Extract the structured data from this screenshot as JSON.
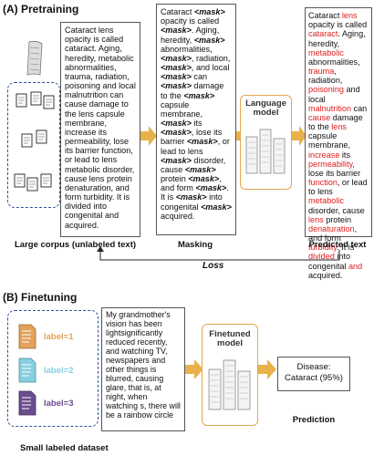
{
  "pretraining": {
    "section_label": "(A) Pretraining",
    "corpus_caption": "Large corpus (unlabeled text)",
    "masking_caption": "Masking",
    "predicted_caption": "Predicted text",
    "loss_label": "Loss",
    "lm_title": "Language model",
    "corpus_text": "Cataract lens opacity is called cataract. Aging, heredity, metabolic abnormalities, trauma, radiation, poisoning and local malnutrition can cause damage to the lens capsule membrane, increase its permeability, lose its barrier function, or lead to lens metabolic disorder, cause lens protein denaturation, and form turbidity. It is divided into congenital and acquired.",
    "masked_segments": [
      {
        "t": "Cataract ",
        "m": false
      },
      {
        "t": "<mask>",
        "m": true
      },
      {
        "t": " opacity is called ",
        "m": false
      },
      {
        "t": "<mask>",
        "m": true
      },
      {
        "t": ". Aging, heredity, ",
        "m": false
      },
      {
        "t": "<mask>",
        "m": true
      },
      {
        "t": " abnormalities, ",
        "m": false
      },
      {
        "t": "<mask>",
        "m": true
      },
      {
        "t": ", radiation, ",
        "m": false
      },
      {
        "t": "<mask>",
        "m": true
      },
      {
        "t": ", and local ",
        "m": false
      },
      {
        "t": "<mask>",
        "m": true
      },
      {
        "t": " can ",
        "m": false
      },
      {
        "t": "<mask>",
        "m": true
      },
      {
        "t": " damage to the ",
        "m": false
      },
      {
        "t": "<mask>",
        "m": true
      },
      {
        "t": " capsule membrane, ",
        "m": false
      },
      {
        "t": "<mask>",
        "m": true
      },
      {
        "t": " its ",
        "m": false
      },
      {
        "t": "<mask>",
        "m": true
      },
      {
        "t": ", lose its barrier ",
        "m": false
      },
      {
        "t": "<mask>",
        "m": true
      },
      {
        "t": ", or lead to lens ",
        "m": false
      },
      {
        "t": "<mask>",
        "m": true
      },
      {
        "t": " disorder, cause ",
        "m": false
      },
      {
        "t": "<mask>",
        "m": true
      },
      {
        "t": " protein ",
        "m": false
      },
      {
        "t": "<mask>",
        "m": true
      },
      {
        "t": ", and form ",
        "m": false
      },
      {
        "t": "<mask>",
        "m": true
      },
      {
        "t": ". It is ",
        "m": false
      },
      {
        "t": "<mask>",
        "m": true
      },
      {
        "t": " into congenital ",
        "m": false
      },
      {
        "t": "<mask>",
        "m": true
      },
      {
        "t": " acquired.",
        "m": false
      }
    ],
    "predicted_segments": [
      {
        "t": "Cataract ",
        "r": false
      },
      {
        "t": "lens",
        "r": true
      },
      {
        "t": " opacity is called ",
        "r": false
      },
      {
        "t": "cataract",
        "r": true
      },
      {
        "t": ". Aging, heredity, ",
        "r": false
      },
      {
        "t": "metabolic",
        "r": true
      },
      {
        "t": " abnormalities, ",
        "r": false
      },
      {
        "t": "trauma",
        "r": true
      },
      {
        "t": ", radiation, ",
        "r": false
      },
      {
        "t": "poisoning",
        "r": true
      },
      {
        "t": " and local ",
        "r": false
      },
      {
        "t": "malnutrition",
        "r": true
      },
      {
        "t": " can ",
        "r": false
      },
      {
        "t": "cause",
        "r": true
      },
      {
        "t": " damage to the ",
        "r": false
      },
      {
        "t": "lens",
        "r": true
      },
      {
        "t": " capsule membrane, ",
        "r": false
      },
      {
        "t": "increase",
        "r": true
      },
      {
        "t": " its ",
        "r": false
      },
      {
        "t": "permeability",
        "r": true
      },
      {
        "t": ", lose its barrier ",
        "r": false
      },
      {
        "t": "function",
        "r": true
      },
      {
        "t": ", or lead to lens ",
        "r": false
      },
      {
        "t": "metabolic",
        "r": true
      },
      {
        "t": " disorder, cause ",
        "r": false
      },
      {
        "t": "lens",
        "r": true
      },
      {
        "t": " protein ",
        "r": false
      },
      {
        "t": "denaturation",
        "r": true
      },
      {
        "t": ", and form ",
        "r": false
      },
      {
        "t": "turbidity",
        "r": true
      },
      {
        "t": ". It is ",
        "r": false
      },
      {
        "t": "divided",
        "r": true
      },
      {
        "t": " into congenital ",
        "r": false
      },
      {
        "t": "and",
        "r": true
      },
      {
        "t": " acquired.",
        "r": false
      }
    ]
  },
  "finetuning": {
    "section_label": "(B) Finetuning",
    "dataset_caption": "Small labeled dataset",
    "prediction_caption": "Prediction",
    "model_title": "Finetuned model",
    "labels": [
      {
        "text": "label=1",
        "color": "#e3a15a"
      },
      {
        "text": "label=2",
        "color": "#86cfe0"
      },
      {
        "text": "label=3",
        "color": "#6a4d8f"
      }
    ],
    "example_text": "My grandmother's vision has been lightsignificantly reduced recently, and watching TV, newspapers and other things is blurred, causing glare, that is, at night, when watching s, there will be a rainbow circle",
    "prediction_text": "Disease: Cataract (95%)"
  }
}
